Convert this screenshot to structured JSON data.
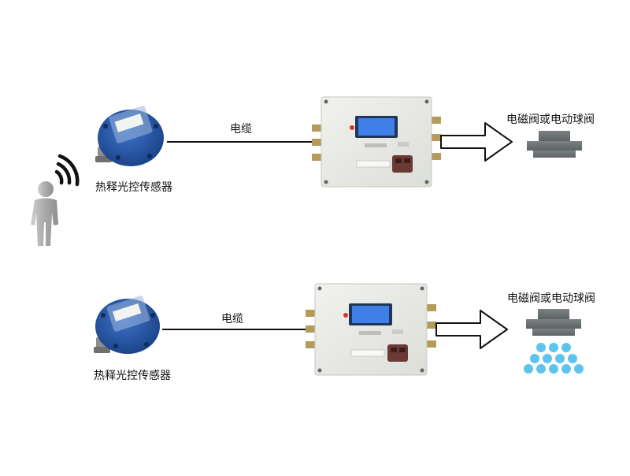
{
  "rows": [
    {
      "sensor_label": "热释光控传感器",
      "cable_label": "电缆",
      "valve_label": "电磁阀或电动球阀",
      "person_present": true,
      "spray_active": false
    },
    {
      "sensor_label": "热释光控传感器",
      "cable_label": "电缆",
      "valve_label": "电磁阀或电动球阀",
      "person_present": false,
      "spray_active": true
    }
  ],
  "colors": {
    "sensor_body": "#1f4fa0",
    "controller_body": "#e9ebe6",
    "display": "#3f7fe8",
    "valve": "#6e7476",
    "water": "#5ec4ee",
    "person": "#b9b9b9",
    "line": "#111111"
  }
}
